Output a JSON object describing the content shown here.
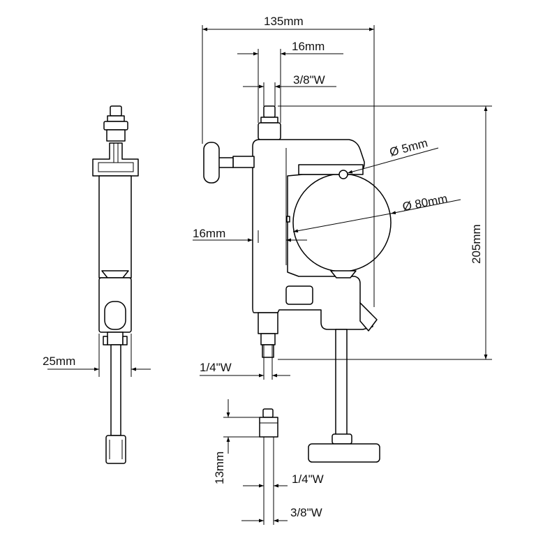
{
  "diagram": {
    "dimensions": {
      "total_width": "135mm",
      "top_spigot_width": "16mm",
      "top_thread": "3/8\"W",
      "pin_diameter": "Ø 5mm",
      "clamp_diameter": "Ø 80mm",
      "rod_width": "16mm",
      "total_height": "205mm",
      "side_width": "25mm",
      "bottom_thread": "1/4\"W",
      "adapter_height": "13mm",
      "adapter_thread_small": "1/4\"W",
      "adapter_thread_large": "3/8\"W"
    }
  }
}
